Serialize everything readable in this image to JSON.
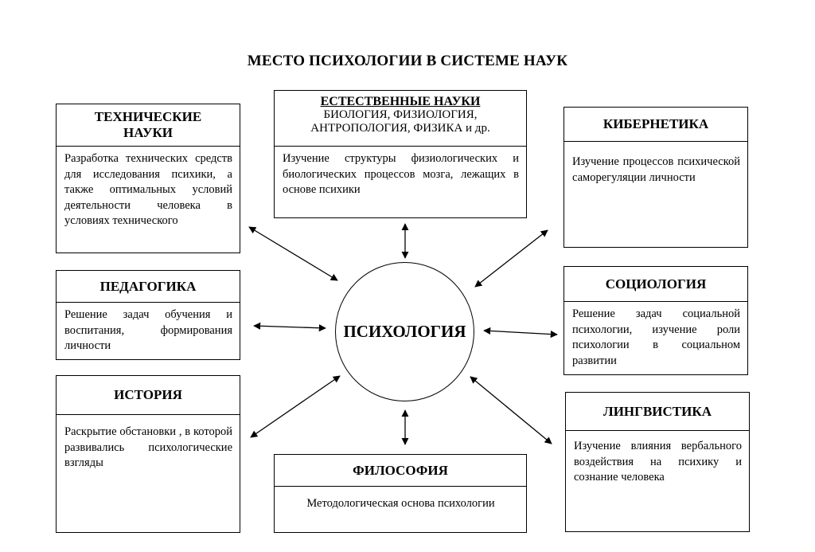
{
  "title": "МЕСТО ПСИХОЛОГИИ В СИСТЕМЕ НАУК",
  "center": "ПСИХОЛОГИЯ",
  "technical": {
    "title": "ТЕХНИЧЕСКИЕ НАУКИ",
    "text": "Разработка технических средств для исследования психики, а также оптимальных условий деятельности человека в условиях технического"
  },
  "natural": {
    "title": "ЕСТЕСТВЕННЫЕ НАУКИ",
    "subtitle": "БИОЛОГИЯ, ФИЗИОЛОГИЯ, АНТРОПОЛОГИЯ, ФИЗИКА и др.",
    "text": "Изучение структуры физиологических и биологических процессов мозга, лежащих в основе психики"
  },
  "cybernetics": {
    "title": "КИБЕРНЕТИКА",
    "text": "Изучение процессов психической саморегуляции личности"
  },
  "pedagogy": {
    "title": "ПЕДАГОГИКА",
    "text": "Решение задач обучения и воспитания, формирования личности"
  },
  "sociology": {
    "title": "СОЦИОЛОГИЯ",
    "text": "Решение задач социальной психологии, изучение роли психологии в социальном развитии"
  },
  "history": {
    "title": "ИСТОРИЯ",
    "text": "Раскрытие обстановки , в которой развивались психологические взгляды"
  },
  "philosophy": {
    "title": "ФИЛОСОФИЯ",
    "text": "Методологическая основа психологии"
  },
  "linguistics": {
    "title": "ЛИНГВИСТИКА",
    "text": "Изучение влияния вербального воздействия на психику и сознание человека"
  }
}
